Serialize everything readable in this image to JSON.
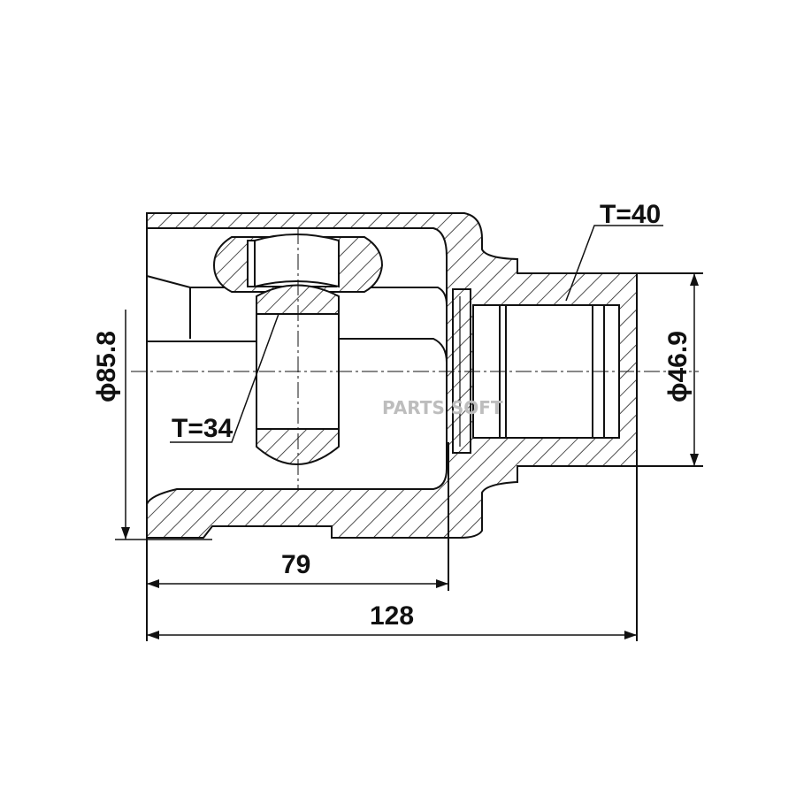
{
  "drawing": {
    "labels": {
      "thread_outer": "T=40",
      "thread_inner": "T=34",
      "diameter_outer": "ϕ85.8",
      "diameter_neck": "ϕ46.9",
      "length_cavity": "79",
      "length_total": "128"
    },
    "watermark": "PARTS SOFT",
    "colors": {
      "line": "#111111",
      "watermark": "#bdbdbd"
    }
  }
}
